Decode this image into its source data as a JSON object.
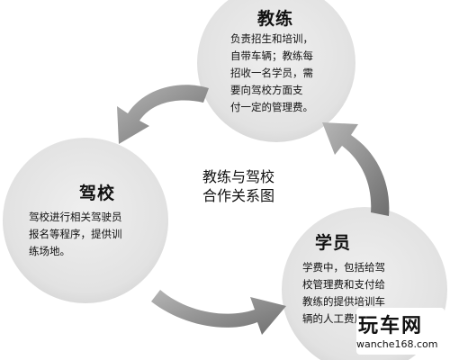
{
  "diagram": {
    "center_title": "教练与驾校\n合作关系图",
    "nodes": {
      "coach": {
        "title": "教练",
        "text": "负责招生和培训，\n自带车辆；教练每\n招收一名学员，需\n要向驾校方面支\n付一定的管理费。"
      },
      "school": {
        "title": "驾校",
        "text": "驾校进行相关驾驶员\n报名等程序，提供训\n练场地。"
      },
      "student": {
        "title": "学员",
        "text": "学费中，包括给驾\n校管理费和支付给\n教练的提供培训车\n辆的人工费用。"
      }
    }
  },
  "watermark": {
    "logo": "玩车网",
    "url": "wanche168.com"
  },
  "colors": {
    "circle_fill": "#e6e6e6",
    "arrow_fill": "#8a8a8a",
    "text": "#111111"
  }
}
